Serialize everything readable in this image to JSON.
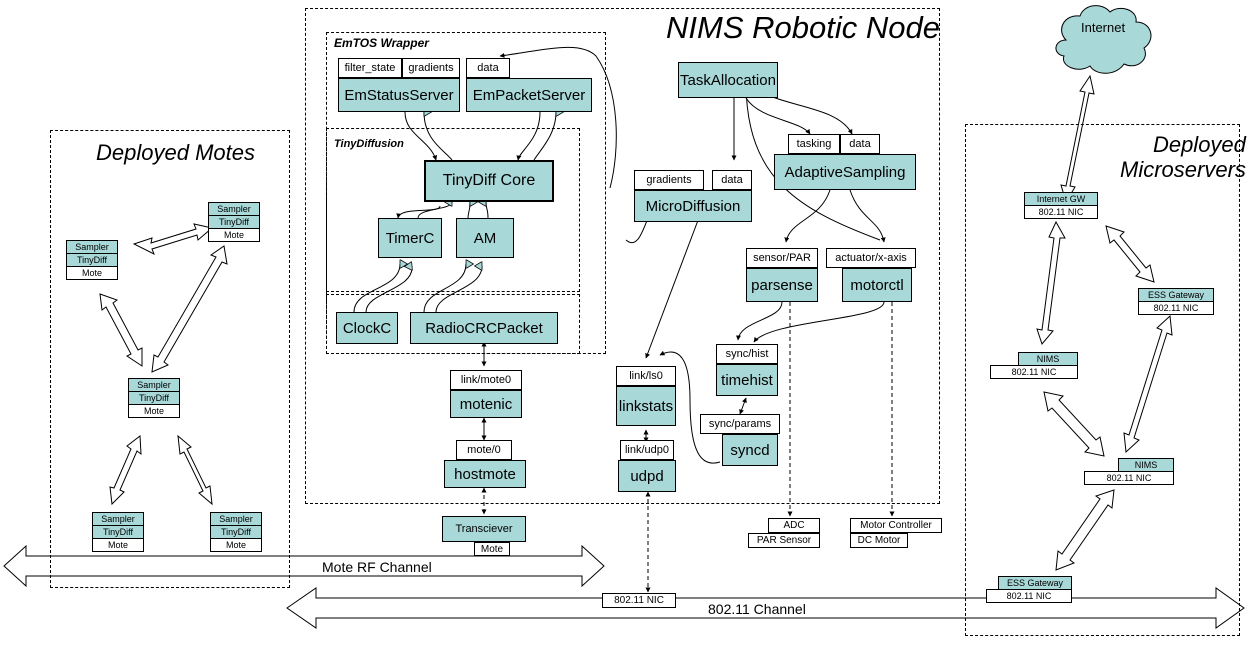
{
  "regions": {
    "robotic_node": "NIMS Robotic Node",
    "deployed_motes": "Deployed Motes",
    "deployed_microservers": "Deployed\nMicroservers",
    "emtos_wrapper": "EmTOS Wrapper",
    "tiny_diffusion": "TinyDiffusion"
  },
  "cloud": {
    "label": "Internet"
  },
  "components": {
    "em_status_server": "EmStatusServer",
    "em_packet_server": "EmPacketServer",
    "tinydiff_core": "TinyDiff Core",
    "timerc": "TimerC",
    "am": "AM",
    "clockc": "ClockC",
    "radio_crc_packet": "RadioCRCPacket",
    "motenic": "motenic",
    "hostmote": "hostmote",
    "task_allocation": "TaskAllocation",
    "adaptive_sampling": "AdaptiveSampling",
    "micro_diffusion": "MicroDiffusion",
    "parsense": "parsense",
    "motorctl": "motorctl",
    "timehist": "timehist",
    "syncd": "syncd",
    "linkstats": "linkstats",
    "udpd": "udpd",
    "transciever": "Transciever"
  },
  "ports": {
    "filter_state": "filter_state",
    "gradients_em": "gradients",
    "data_em": "data",
    "link_mote0": "link/mote0",
    "mote_0": "mote/0",
    "tasking": "tasking",
    "data_as": "data",
    "gradients_md": "gradients",
    "data_md": "data",
    "sensor_par": "sensor/PAR",
    "actuator_x_axis": "actuator/x-axis",
    "sync_hist": "sync/hist",
    "sync_params": "sync/params",
    "link_ls0": "link/ls0",
    "link_udp0": "link/udp0",
    "mote_transciever": "Mote",
    "adc": "ADC",
    "par_sensor": "PAR Sensor",
    "motor_controller": "Motor Controller",
    "dc_motor": "DC Motor",
    "nic_center": "802.11 NIC"
  },
  "motes": {
    "sampler": "Sampler",
    "tinydiff": "TinyDiff",
    "mote": "Mote"
  },
  "microservers": {
    "internet_gw": "Internet GW",
    "ess_gateway": "ESS Gateway",
    "nims": "NIMS",
    "nic": "802.11 NIC"
  },
  "channels": {
    "mote_rf": "Mote RF Channel",
    "wifi": "802.11 Channel"
  },
  "colors": {
    "component_fill": "#a9d8d8",
    "cloud_fill": "#a9d8d8",
    "port_fill": "#ffffff",
    "line": "#000000"
  }
}
